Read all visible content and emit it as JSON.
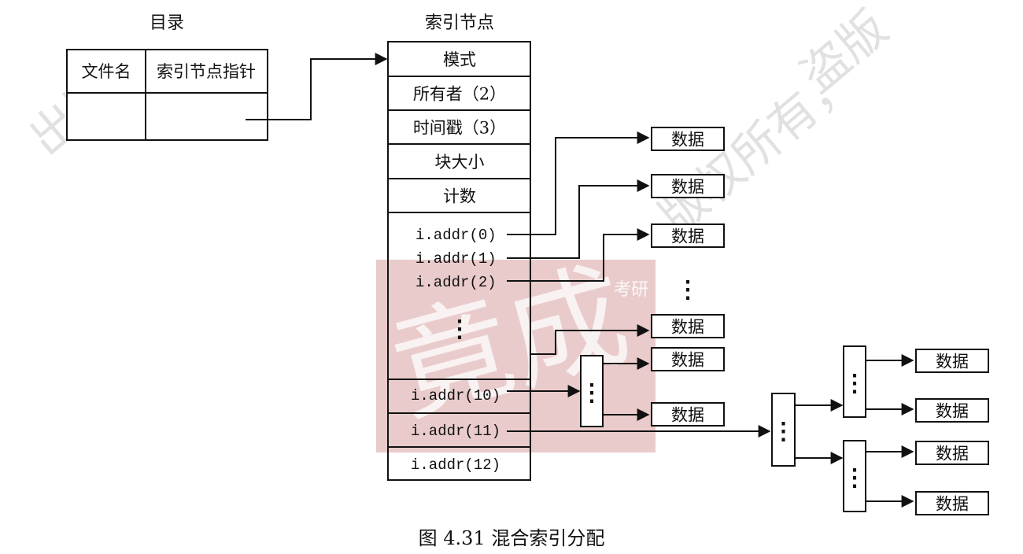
{
  "directory": {
    "title": "目录",
    "headers": [
      "文件名",
      "索引节点指针"
    ]
  },
  "inode": {
    "title": "索引节点",
    "fields": [
      "模式",
      "所有者（2）",
      "时间戳（3）",
      "块大小",
      "计数"
    ],
    "addrs": [
      "i.addr(0)",
      "i.addr(1)",
      "i.addr(2)",
      "i.addr(10)",
      "i.addr(11)",
      "i.addr(12)"
    ]
  },
  "data_label": "数据",
  "ellipsis": "⋮",
  "caption": "图 4.31    混合索引分配",
  "watermark": {
    "stamp_main": "竟成",
    "stamp_side": "考研",
    "text": "出版  盗版  版权所有，"
  },
  "colors": {
    "line": "#111111",
    "stamp": "#d9a0a0",
    "watermark": "#c9c9c9"
  }
}
